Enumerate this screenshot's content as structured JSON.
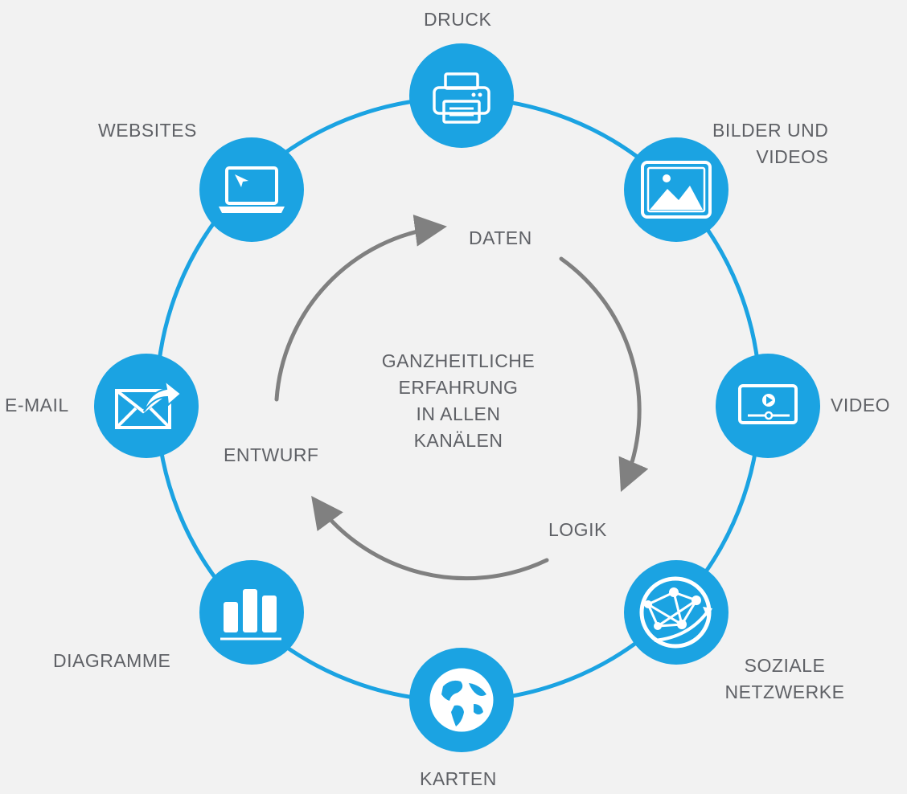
{
  "colors": {
    "ring": "#1ba3e2",
    "node": "#1ba3e2",
    "arrows": "#808080",
    "text": "#5f6166",
    "background": "#f2f2f2"
  },
  "center": {
    "lines": [
      "GANZHEITLICHE",
      "ERFAHRUNG",
      "IN ALLEN",
      "KANÄLEN"
    ]
  },
  "cycle": {
    "daten": "DATEN",
    "logik": "LOGIK",
    "entwurf": "ENTWURF"
  },
  "nodes": {
    "druck": {
      "label": "DRUCK",
      "icon": "printer-icon"
    },
    "bilder": {
      "line1": "BILDER UND",
      "line2": "VIDEOS",
      "icon": "image-icon"
    },
    "video": {
      "label": "VIDEO",
      "icon": "video-player-icon"
    },
    "soziale": {
      "line1": "SOZIALE",
      "line2": "NETZWERKE",
      "icon": "network-globe-icon"
    },
    "karten": {
      "label": "KARTEN",
      "icon": "globe-icon"
    },
    "diagramme": {
      "label": "DIAGRAMME",
      "icon": "bar-chart-icon"
    },
    "email": {
      "label": "E-MAIL",
      "icon": "envelope-icon"
    },
    "websites": {
      "label": "WEBSITES",
      "icon": "laptop-icon"
    }
  }
}
